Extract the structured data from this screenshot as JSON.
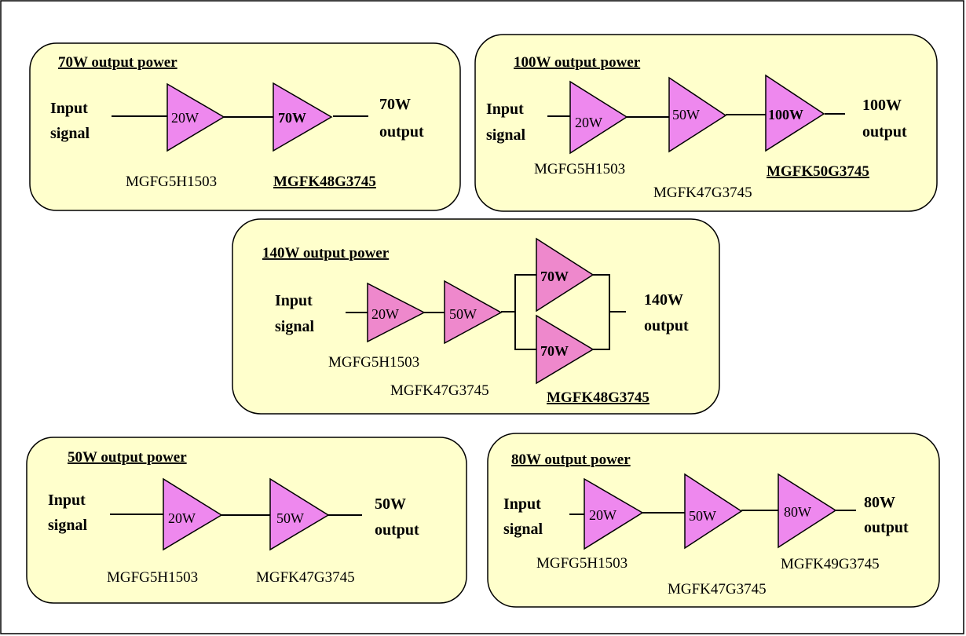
{
  "colors": {
    "panel_fill": "#ffffcc",
    "amp_violet": "#ee88ee",
    "amp_pink": "#ee88cc"
  },
  "panels": {
    "p70": {
      "title": "70W output power",
      "input": [
        "Input",
        "signal"
      ],
      "output": [
        "70W",
        "output"
      ],
      "amps": [
        "20W",
        "70W"
      ],
      "parts": [
        "MGFG5H1503",
        "MGFK48G3745"
      ]
    },
    "p100": {
      "title": "100W output power",
      "input": [
        "Input",
        "signal"
      ],
      "output": [
        "100W",
        "output"
      ],
      "amps": [
        "20W",
        "50W",
        "100W"
      ],
      "parts": [
        "MGFG5H1503",
        "MGFK47G3745",
        "MGFK50G3745"
      ]
    },
    "p140": {
      "title": "140W output power",
      "input": [
        "Input",
        "signal"
      ],
      "output": [
        "140W",
        "output"
      ],
      "amps": [
        "20W",
        "50W",
        "70W",
        "70W"
      ],
      "parts": [
        "MGFG5H1503",
        "MGFK47G3745",
        "MGFK48G3745"
      ]
    },
    "p50": {
      "title": "50W output power",
      "input": [
        "Input",
        "signal"
      ],
      "output": [
        "50W",
        "output"
      ],
      "amps": [
        "20W",
        "50W"
      ],
      "parts": [
        "MGFG5H1503",
        "MGFK47G3745"
      ]
    },
    "p80": {
      "title": "80W output power",
      "input": [
        "Input",
        "signal"
      ],
      "output": [
        "80W",
        "output"
      ],
      "amps": [
        "20W",
        "50W",
        "80W"
      ],
      "parts": [
        "MGFG5H1503",
        "MGFK47G3745",
        "MGFK49G3745"
      ]
    }
  }
}
